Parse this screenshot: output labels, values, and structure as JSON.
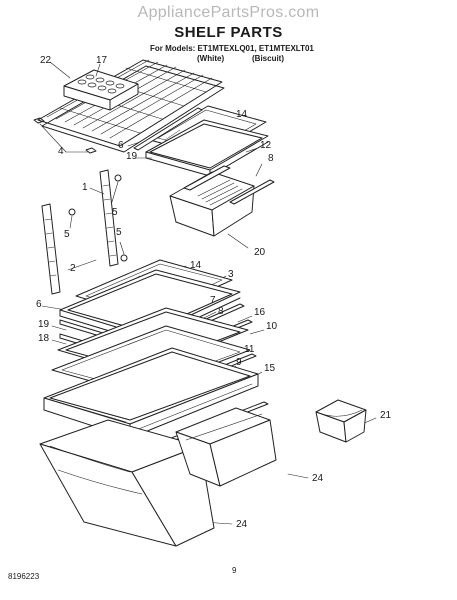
{
  "watermark": "AppliancePartsPros.com",
  "title": "SHELF PARTS",
  "models_line": "For Models: ET1MTEXLQ01, ET1MTEXLT01",
  "color_white": "(White)",
  "color_biscuit": "(Biscuit)",
  "doc_number": "8196223",
  "page_number": "9",
  "callouts": {
    "c22": "22",
    "c17": "17",
    "c14a": "14",
    "c6a": "6",
    "c12": "12",
    "c19a": "19",
    "c8a": "8",
    "c4": "4",
    "c1": "1",
    "c5a": "5",
    "c5b": "5",
    "c5c": "5",
    "c20": "20",
    "c14b": "14",
    "c3": "3",
    "c2": "2",
    "c6b": "6",
    "c7": "7",
    "c8b": "8",
    "c16": "16",
    "c19b": "19",
    "c10": "10",
    "c18": "18",
    "c11": "11",
    "c9": "9",
    "c15": "15",
    "c21": "21",
    "c24a": "24",
    "c24b": "24"
  }
}
